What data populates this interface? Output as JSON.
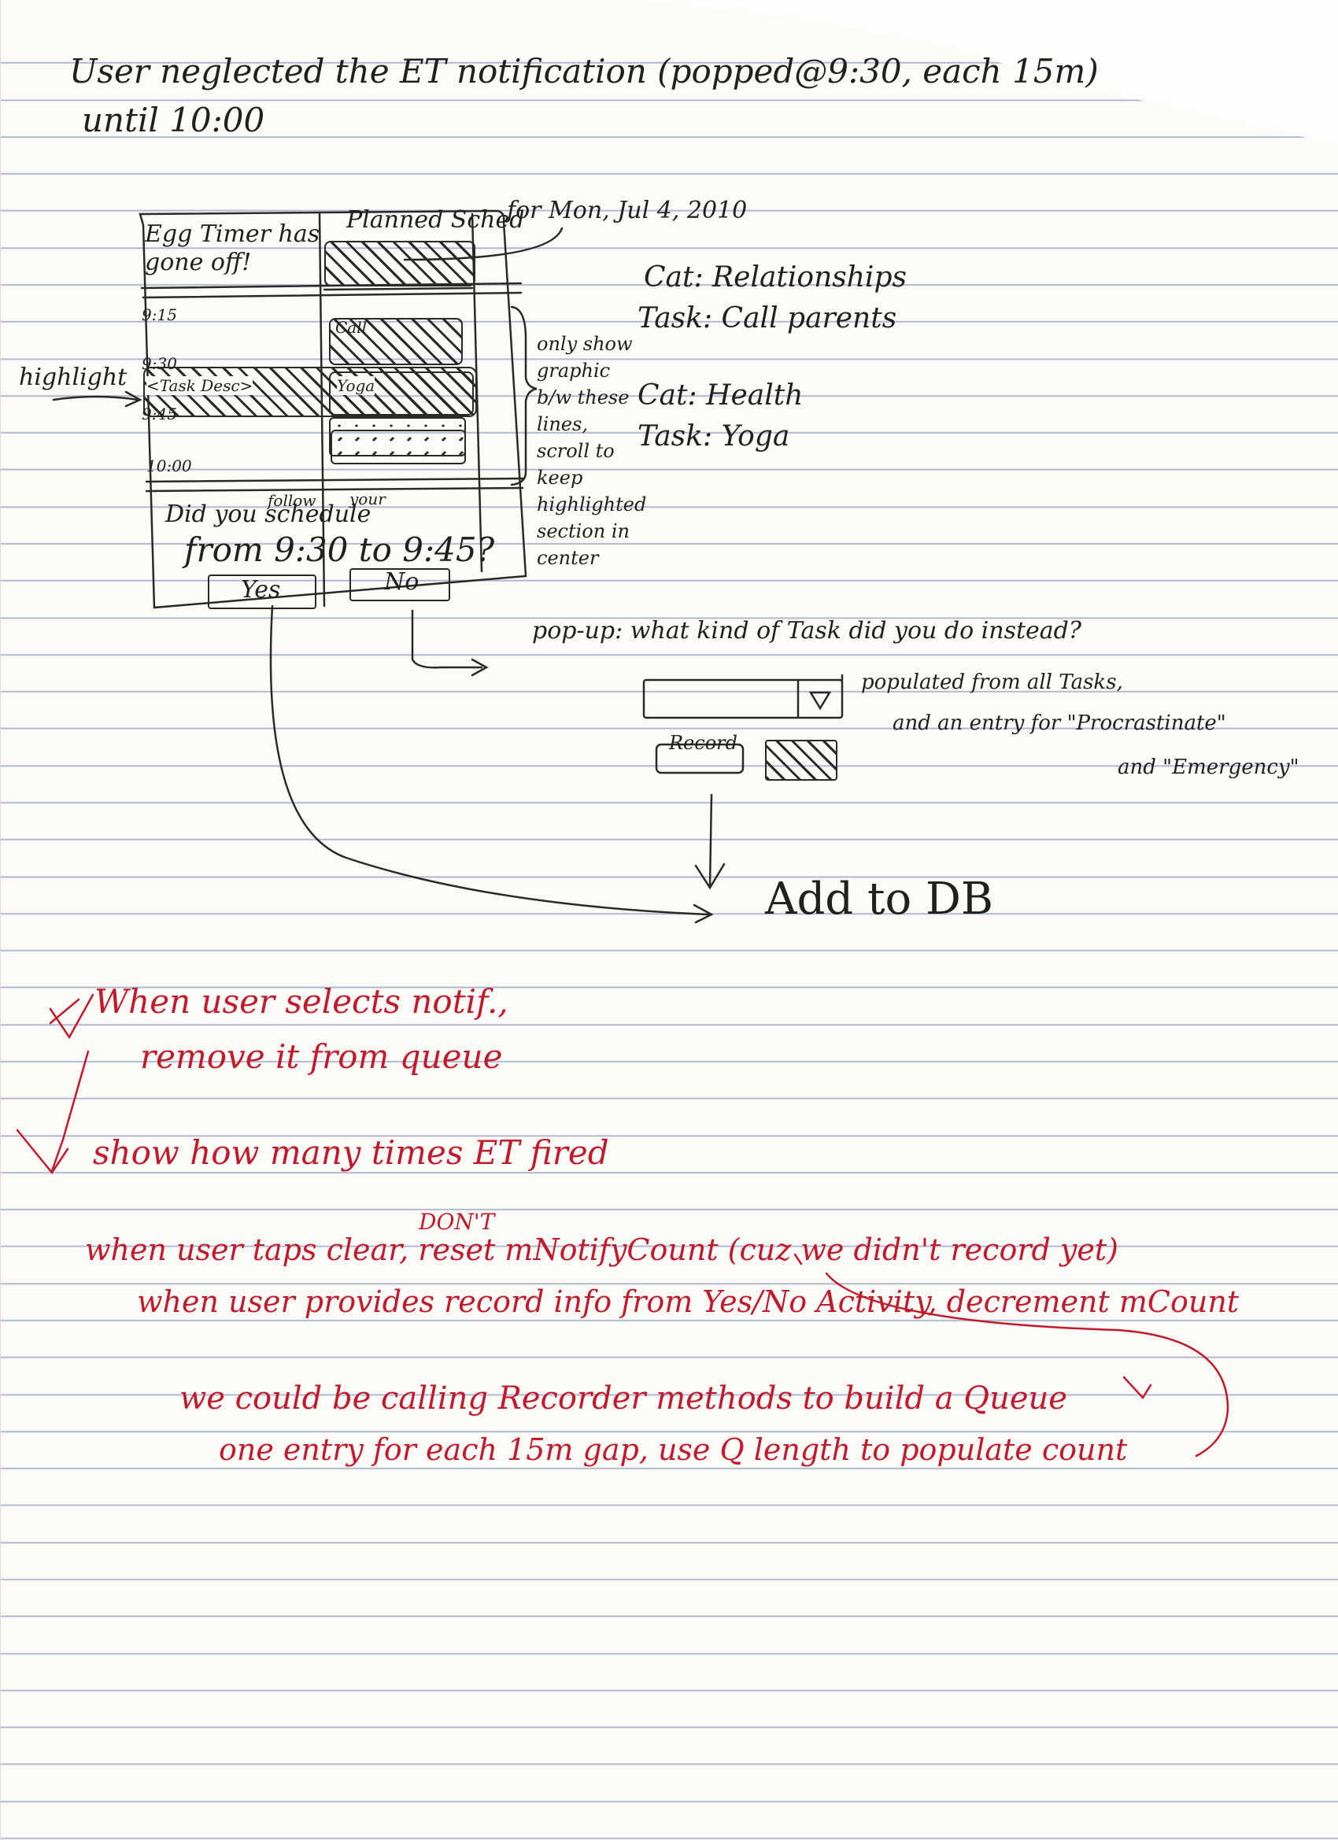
{
  "header": {
    "line1": "User neglected the ET notification (popped@9:30, each 15m)",
    "superscript": "",
    "line2": "until 10:00"
  },
  "sketch": {
    "egg_timer_title": "Egg Timer has\ngone off!",
    "planned_label": "Planned Sched",
    "date_label": "for Mon, Jul 4, 2010",
    "times": [
      "9:15",
      "9:30",
      "9:45",
      "10:00"
    ],
    "early_label": "Call",
    "task_desc": "<Task Desc>",
    "yoga": "Yoga",
    "highlight": "highlight",
    "follow": "follow",
    "your": "your",
    "question1": "Did you           schedule",
    "schedule": "",
    "question2": "from 9:30  to 9:45?",
    "yes": "Yes",
    "no": "No",
    "scroll_note": "only show\ngraphic\nb/w these\nlines,\nscroll to\nkeep\nhighlighted\nsection in\ncenter"
  },
  "categories": [
    {
      "cat": "Cat: Relationships",
      "task": "Task: Call parents"
    },
    {
      "cat": "Cat: Health",
      "task": "Task: Yoga"
    }
  ],
  "popup": {
    "question": "pop-up: what kind of Task did you do instead?",
    "populated": "populated from all Tasks,",
    "entry": "and an entry for \"Procrastinate\"",
    "emergency": "and \"Emergency\"",
    "record": "Record",
    "add_db": "Add to DB"
  },
  "red_notes": [
    "When user selects notif.,",
    "remove it from queue",
    "show how many times ET fired",
    "DON'T",
    "when user taps clear,  reset mNotifyCount (cuz we didn't record yet)",
    "when user provides record info from Yes/No Activity, decrement mCount",
    "we could be calling Recorder methods to build a Queue",
    "one entry for each 15m gap, use Q length to populate count"
  ],
  "colors": {
    "ink": "#22201e",
    "red_ink": "#c11a2c",
    "rule_lines": "#aeb8d6"
  }
}
